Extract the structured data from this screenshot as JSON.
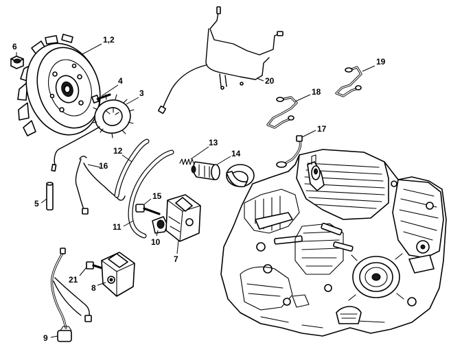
{
  "callouts": {
    "c1": {
      "label": "1,2"
    },
    "c3": {
      "label": "3"
    },
    "c4": {
      "label": "4"
    },
    "c5": {
      "label": "5"
    },
    "c6": {
      "label": "6"
    },
    "c7": {
      "label": "7"
    },
    "c8": {
      "label": "8"
    },
    "c9": {
      "label": "9"
    },
    "c10": {
      "label": "10"
    },
    "c11": {
      "label": "11"
    },
    "c12": {
      "label": "12"
    },
    "c13": {
      "label": "13"
    },
    "c14": {
      "label": "14"
    },
    "c15": {
      "label": "15"
    },
    "c16": {
      "label": "16"
    },
    "c17": {
      "label": "17"
    },
    "c18": {
      "label": "18"
    },
    "c19": {
      "label": "19"
    },
    "c20": {
      "label": "20"
    },
    "c21": {
      "label": "21"
    }
  },
  "colors": {
    "line": "#000000",
    "background": "#ffffff"
  }
}
